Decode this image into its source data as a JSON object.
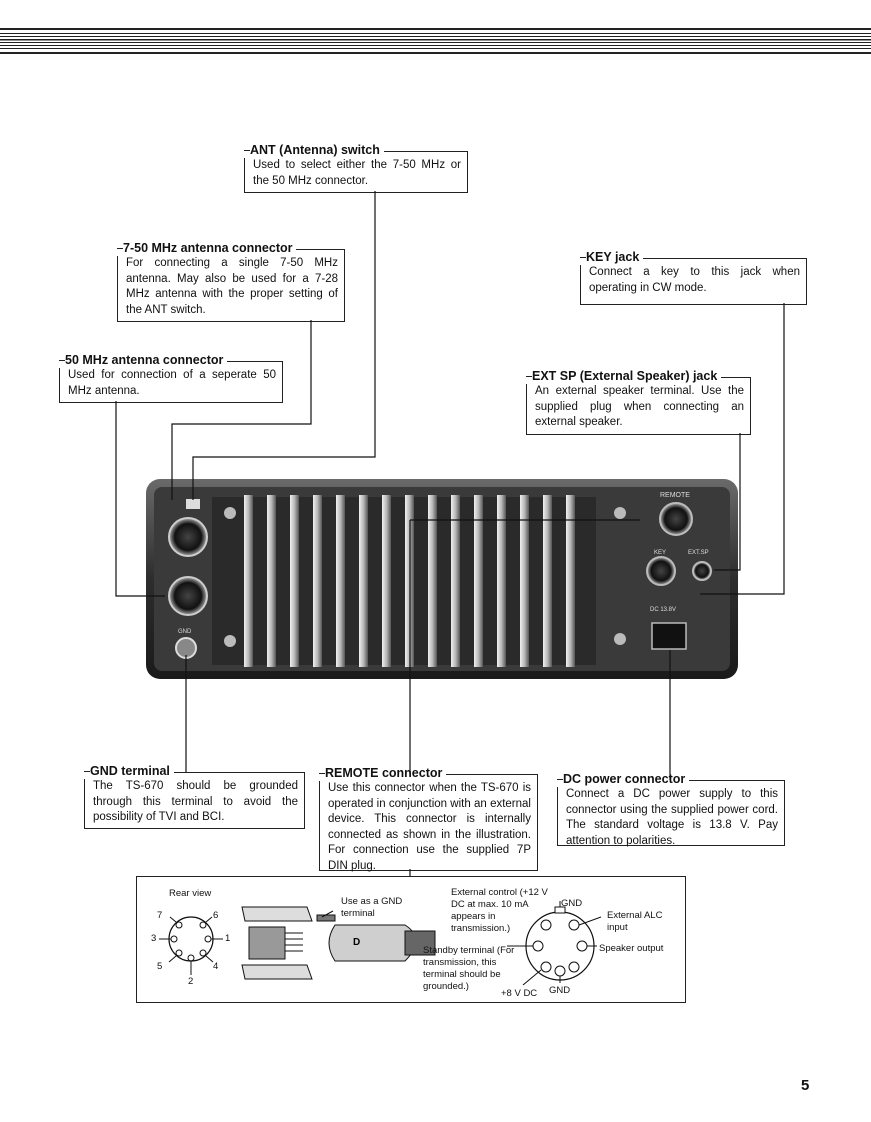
{
  "page_number": "5",
  "callouts": {
    "ant_switch": {
      "title": "ANT (Antenna) switch",
      "body": "Used to select either the 7-50 MHz or the 50 MHz connector."
    },
    "ant_750": {
      "title": "7-50 MHz antenna connector",
      "body": "For connecting a single 7-50 MHz antenna. May also be used for a 7-28 MHz antenna with the proper setting of the ANT switch."
    },
    "ant_50": {
      "title": "50 MHz antenna connector",
      "body": "Used for connection of a seperate 50 MHz antenna."
    },
    "key_jack": {
      "title": "KEY jack",
      "body": "Connect a key to this jack when operating in CW mode."
    },
    "ext_sp": {
      "title": "EXT SP (External Speaker) jack",
      "body": "An external speaker terminal. Use the supplied plug when connecting an external speaker."
    },
    "gnd": {
      "title": "GND terminal",
      "body": "The TS-670 should be grounded through this terminal to avoid the possibility of TVI and BCI."
    },
    "remote": {
      "title": "REMOTE connector",
      "body": "Use this connector when the TS-670 is operated in conjunction with an external device. This connector is internally connected as shown in the illustration. For connection use the supplied 7P DIN plug."
    },
    "dc": {
      "title": "DC power connector",
      "body": "Connect a DC power supply to this connector using the supplied power cord. The standard voltage is 13.8 V. Pay attention to polarities."
    }
  },
  "panel_labels": {
    "remote": "REMOTE",
    "key": "KEY",
    "ext_sp": "EXT.SP",
    "dc": "DC 13.8V",
    "gnd": "GND"
  },
  "inset": {
    "rear_view": "Rear view",
    "pins": [
      "7",
      "6",
      "3",
      "1",
      "5",
      "4",
      "2"
    ],
    "gnd_use": "Use as a GND terminal",
    "ext_control": "External control (+12 V DC at max. 10 mA appears in transmission.)",
    "standby": "Standby terminal (For transmission, this terminal should be grounded.)",
    "gnd_top": "GND",
    "ext_alc": "External ALC input",
    "speaker_out": "Speaker output",
    "plus8": "+8 V DC",
    "gnd_bottom": "GND",
    "plug_letter": "D"
  }
}
